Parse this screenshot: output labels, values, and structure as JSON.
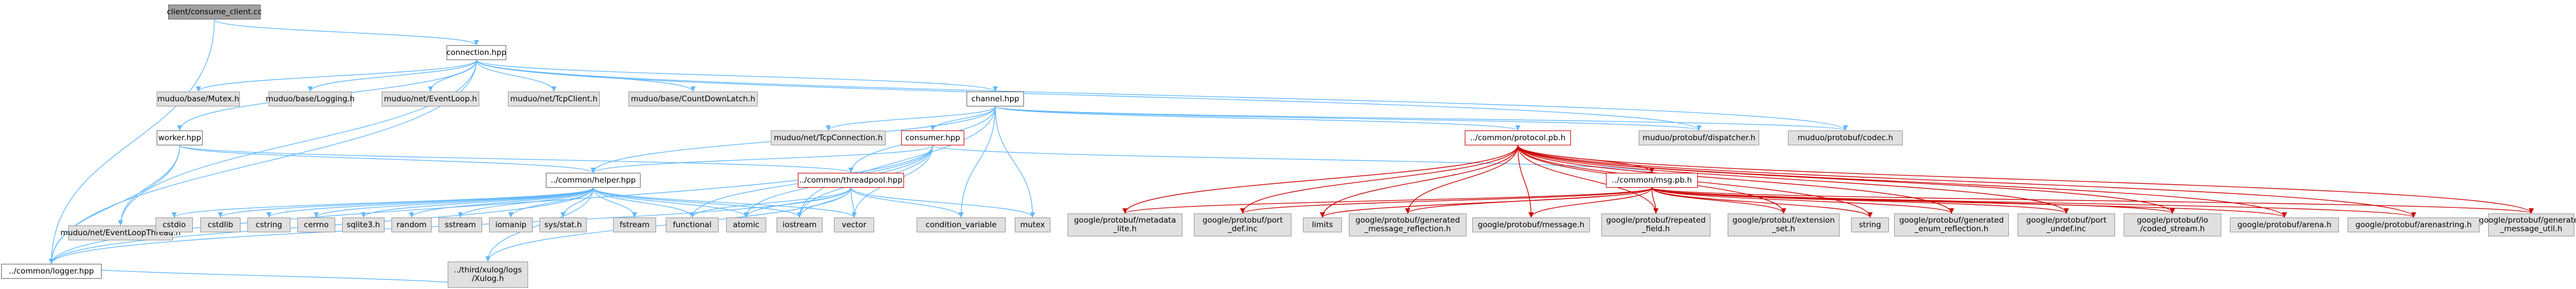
{
  "diagram": {
    "type": "include-dependency-graph",
    "colors": {
      "edge": "#63b8ff",
      "edge_red": "#cc0000",
      "node_fill": "#e0e0e0",
      "node_border": "#999999",
      "root_fill": "#a0a0a0",
      "documented_border": "#666666",
      "truncated_border": "#cc0000"
    },
    "nodes": {
      "root": "client/consume_client.cc",
      "connection": "connection.hpp",
      "logger": "../common/logger.hpp",
      "thread": "muduo/net/EventLoopThread.h",
      "worker": "worker.hpp",
      "mutex_h": "muduo/base/Mutex.h",
      "logging": "muduo/base/Logging.h",
      "eventloop": "muduo/net/EventLoop.h",
      "tcpclient": "muduo/net/TcpClient.h",
      "countdown": "muduo/base/CountDownLatch.h",
      "channel": "channel.hpp",
      "dispatcher": "muduo/protobuf/dispatcher.h",
      "codec": "muduo/protobuf/codec.h",
      "tcpconn": "muduo/net/TcpConnection.h",
      "consumer": "consumer.hpp",
      "protocol": "../common/protocol.pb.h",
      "helper": "../common/helper.hpp",
      "threadpool": "../common/threadpool.hpp",
      "msg": "../common/msg.pb.h",
      "xlog": "../third/xulog/logs\n/Xulog.h",
      "cstdio": "cstdio",
      "cstdlib": "cstdlib",
      "cstring": "cstring",
      "cerrno": "cerrno",
      "sqlite": "sqlite3.h",
      "random": "random",
      "sstream": "sstream",
      "iomanip": "iomanip",
      "sysstat": "sys/stat.h",
      "fstream": "fstream",
      "functional": "functional",
      "atomic": "atomic",
      "iostream": "iostream",
      "vector": "vector",
      "condvar": "condition_variable",
      "mutex": "mutex",
      "metadata_lite": "google/protobuf/metadata\n_lite.h",
      "port_def": "google/protobuf/port\n_def.inc",
      "limits": "limits",
      "gen_msg_refl": "google/protobuf/generated\n_message_reflection.h",
      "message": "google/protobuf/message.h",
      "repeated": "google/protobuf/repeated\n_field.h",
      "extension": "google/protobuf/extension\n_set.h",
      "string": "string",
      "gen_enum_refl": "google/protobuf/generated\n_enum_reflection.h",
      "port_undef": "google/protobuf/port\n_undef.inc",
      "coded_stream": "google/protobuf/io\n/coded_stream.h",
      "arena": "google/protobuf/arena.h",
      "arenastring": "google/protobuf/arenastring.h",
      "gen_msg_util": "google/protobuf/generated\n_message_util.h"
    }
  }
}
